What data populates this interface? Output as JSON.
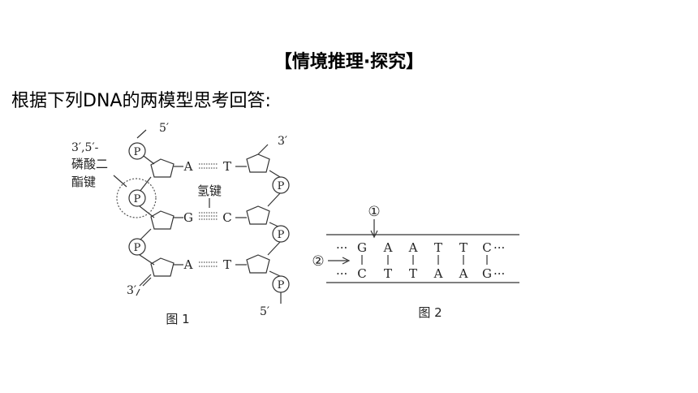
{
  "title": "【情境推理·探究】",
  "question": "根据下列DNA的两模型思考回答:",
  "figure1": {
    "caption": "图 1",
    "phosphate_symbol": "P",
    "five_prime": "5′",
    "three_prime": "3′",
    "bond_label_line1": "3′,5′-",
    "bond_label_line2": "磷酸二",
    "bond_label_line3": "酯键",
    "hydrogen_bond_label": "氢键",
    "base_pairs": [
      {
        "left": "A",
        "right": "T",
        "bonds": "2"
      },
      {
        "left": "G",
        "right": "C",
        "bonds": "3"
      },
      {
        "left": "A",
        "right": "T",
        "bonds": "2"
      }
    ]
  },
  "figure2": {
    "caption": "图 2",
    "marker1": "①",
    "marker2": "②",
    "ellipsis": "···",
    "top_strand": [
      "G",
      "A",
      "A",
      "T",
      "T",
      "C"
    ],
    "bottom_strand": [
      "C",
      "T",
      "T",
      "A",
      "A",
      "G"
    ]
  }
}
